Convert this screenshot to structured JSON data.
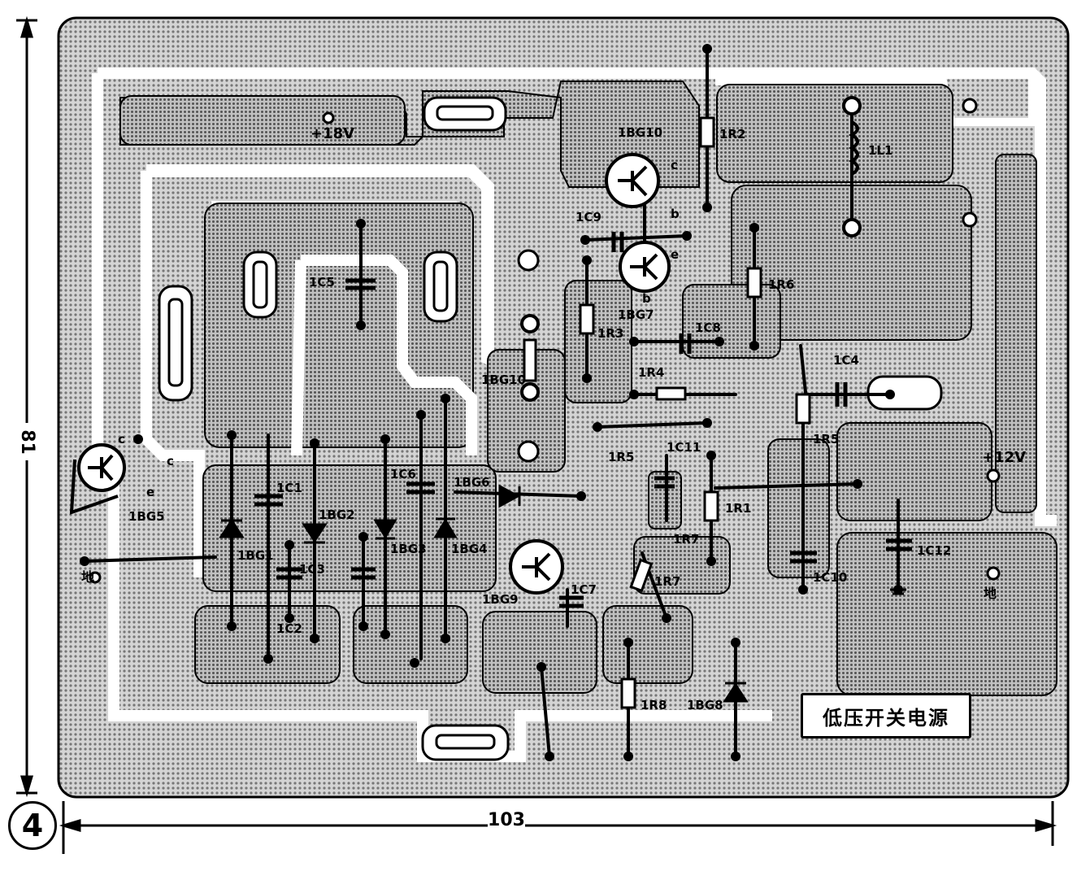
{
  "title": "低压开关电源",
  "figure_number": "4",
  "dimensions": {
    "width": "103",
    "height": "81"
  },
  "terminals": {
    "plus18": "+18V",
    "plus12": "+12V",
    "ground1": "地",
    "ground2": "地"
  },
  "components": {
    "r1": "1R1",
    "r2": "1R2",
    "r3": "1R3",
    "r4": "1R4",
    "r5": "1R5",
    "r6": "1R6",
    "r7": "1R7",
    "r8": "1R8",
    "c1": "1C1",
    "c2": "1C2",
    "c3": "1C3",
    "c4": "1C4",
    "c5": "1C5",
    "c6": "1C6",
    "c7": "1C7",
    "c8": "1C8",
    "c9": "1C9",
    "c10": "1C10",
    "c11": "1C11",
    "c12": "1C12",
    "d1": "1BG1",
    "d2": "1BG2",
    "d3": "1BG3",
    "d4": "1BG4",
    "d8": "1BG8",
    "t5": "1BG5",
    "t6": "1BG6",
    "t7": "1BG7",
    "t9": "1BG9",
    "t10": "1BG10",
    "l1": "1L1"
  },
  "pins": {
    "e": "e",
    "b": "b",
    "c": "c"
  },
  "colors": {
    "copper": "#9a9a9a",
    "board": "#d2d2d2",
    "ink": "#000000",
    "paper": "#ffffff"
  }
}
